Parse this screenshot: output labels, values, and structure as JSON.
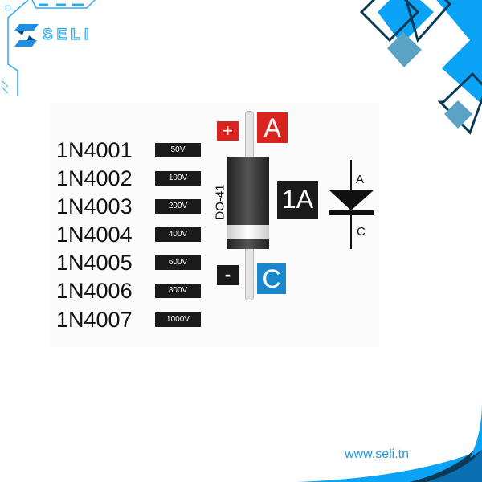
{
  "brand": {
    "name": "SELI",
    "website": "www.seli.tn",
    "accent": "#0aa3f5",
    "dark": "#0b3a56"
  },
  "parts": [
    {
      "part": "1N4001",
      "voltage": "50V"
    },
    {
      "part": "1N4002",
      "voltage": "100V"
    },
    {
      "part": "1N4003",
      "voltage": "200V"
    },
    {
      "part": "1N4004",
      "voltage": "400V"
    },
    {
      "part": "1N4005",
      "voltage": "600V"
    },
    {
      "part": "1N4006",
      "voltage": "800V"
    },
    {
      "part": "1N4007",
      "voltage": "1000V"
    }
  ],
  "diode": {
    "package": "DO-41",
    "current": "1A",
    "plus": "+",
    "minus": "-",
    "anode": "A",
    "cathode": "C",
    "anode_color": "#d8231f",
    "cathode_color": "#1a86cc"
  },
  "symbol": {
    "anode": "A",
    "cathode": "C"
  }
}
